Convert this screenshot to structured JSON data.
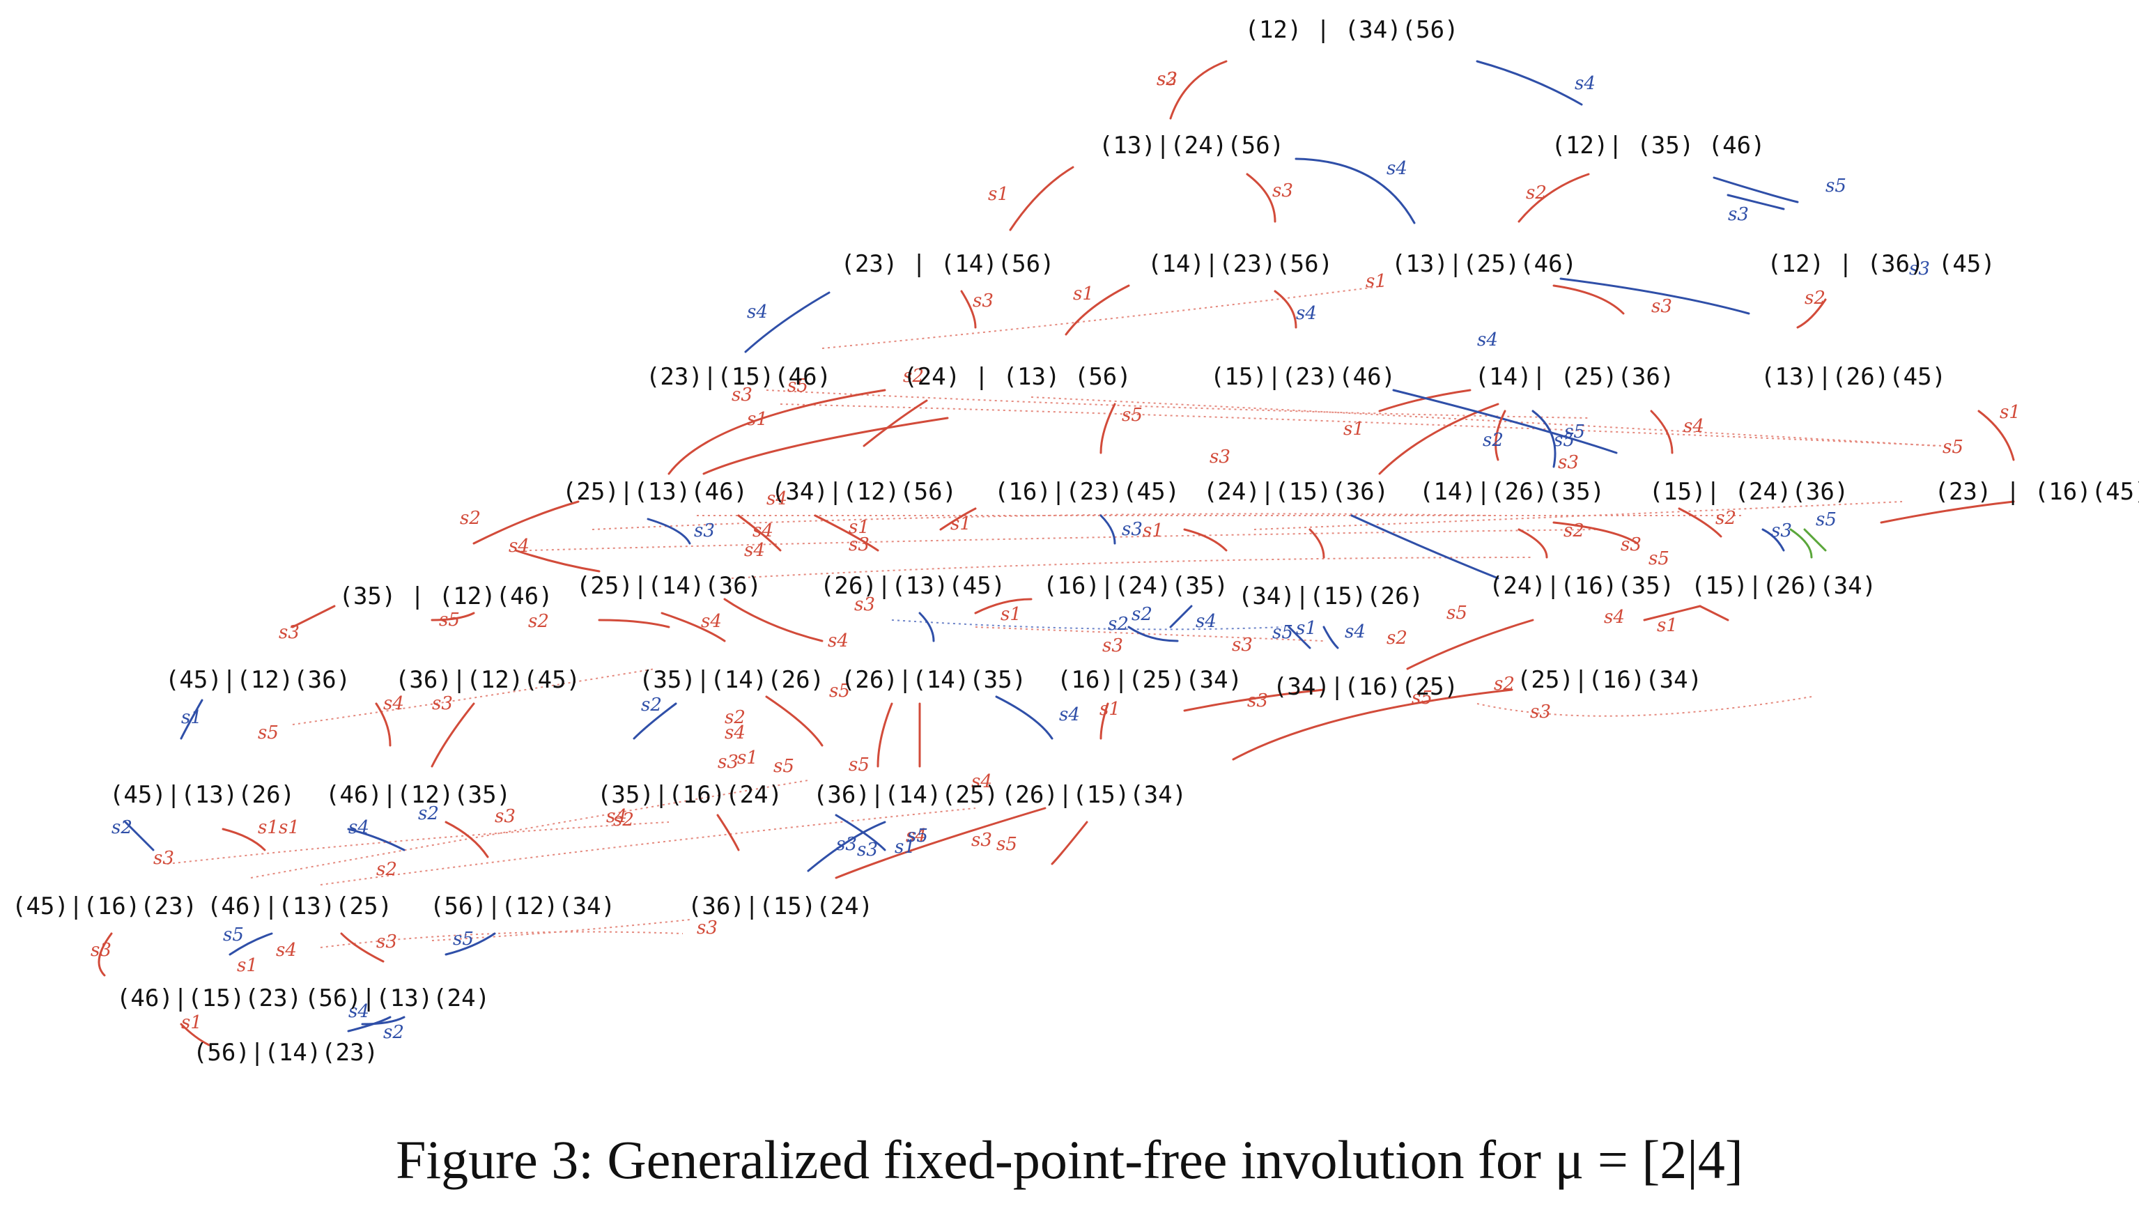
{
  "caption": "Figure 3: Generalized fixed-point-free involution for μ = [2|4]",
  "colors": {
    "red": "#d24b3a",
    "blue": "#2f4fa8",
    "green": "#5aa63a",
    "ink": "#111111"
  },
  "nodes": [
    "(12) | (34)(56)",
    "(13)|(24)(56)",
    "(12)| (35) (46)",
    "(23) | (14)(56)",
    "(14)|(23)(56)",
    "(13)|(25)(46)",
    "(12) | (36) (45)",
    "(23)|(15)(46)",
    "(24) | (13) (56)",
    "(15)|(23)(46)",
    "(14)| (25)(36)",
    "(13)|(26)(45)",
    "(25)|(13)(46)",
    "(34)|(12)(56)",
    "(16)|(23)(45)",
    "(24)|(15)(36)",
    "(14)|(26)(35)",
    "(15)| (24)(36)",
    "(23) | (16)(45)",
    "(35) | (12)(46)",
    "(25)|(14)(36)",
    "(26)|(13)(45)",
    "(16)|(24)(35)",
    "(34)|(15)(26)",
    "(24)|(16)(35)",
    "(15)|(26)(34)",
    "(45)|(12)(36)",
    "(36)|(12)(45)",
    "(35)|(14)(26)",
    "(26)|(14)(35)",
    "(16)|(25)(34)",
    "(34)|(16)(25)",
    "(25)|(16)(34)",
    "(45)|(13)(26)",
    "(46)|(12)(35)",
    "(35)|(16)(24)",
    "(36)|(14)(25)",
    "(26)|(15)(34)",
    "(45)|(16)(23)",
    "(46)|(13)(25)",
    "(56)|(12)(34)",
    "(36)|(15)(24)",
    "(46)|(15)(23)",
    "(56)|(13)(24)",
    "(56)|(14)(23)"
  ],
  "edge_labels": [
    "s2",
    "s4",
    "s1",
    "s3",
    "s4",
    "s2",
    "s5",
    "s3",
    "s4",
    "s3",
    "s1",
    "s4",
    "s2",
    "s3",
    "s1",
    "s3",
    "s4",
    "s2",
    "s5",
    "s5",
    "s1",
    "s3",
    "s5",
    "s4",
    "s1",
    "s2",
    "s5",
    "s3",
    "s3",
    "s5",
    "s1",
    "s2",
    "s4",
    "s3",
    "s4",
    "s4",
    "s1",
    "s3",
    "s4",
    "s1",
    "s3",
    "s1",
    "s2",
    "s3",
    "s2",
    "s5",
    "s3",
    "s5",
    "s2",
    "s4",
    "s3",
    "s5",
    "s1",
    "s4",
    "s3",
    "s2",
    "s4",
    "s1",
    "s5",
    "s2",
    "s3",
    "s5",
    "s2",
    "s4",
    "s4",
    "s1",
    "s3",
    "s5",
    "s4",
    "s1",
    "s3",
    "s5",
    "s2",
    "s3",
    "s1",
    "s5",
    "s4",
    "s3",
    "s2",
    "s2",
    "s1",
    "s4",
    "s3",
    "s5",
    "s5",
    "s4",
    "s3",
    "s1",
    "s3",
    "s5",
    "s2",
    "s1",
    "s3",
    "s4",
    "s2",
    "s3",
    "s1",
    "s2",
    "s4",
    "s3",
    "s3",
    "s5",
    "s4",
    "s3",
    "s5",
    "s1",
    "s4",
    "s2",
    "s1",
    "s5",
    "s3",
    "s4",
    "s2",
    "s3"
  ]
}
